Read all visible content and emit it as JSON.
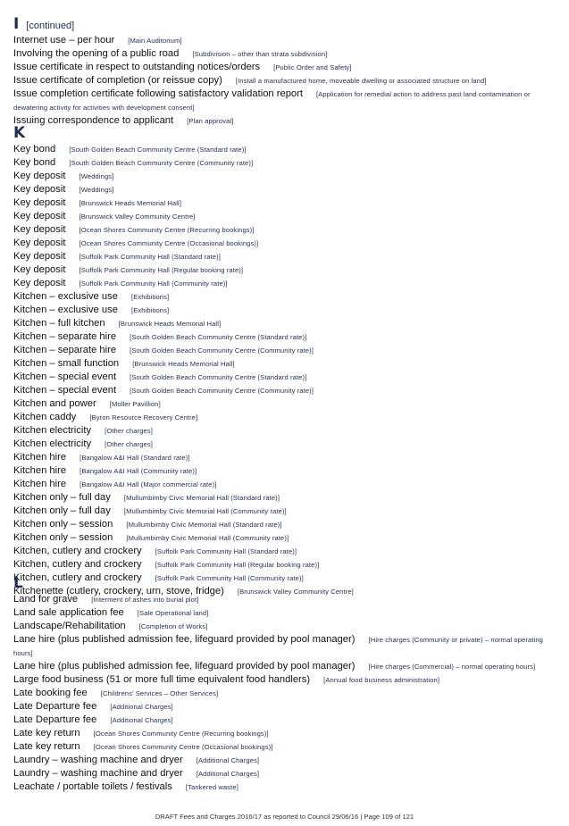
{
  "sections": [
    {
      "letter": "I",
      "continued": "[continued]",
      "entries": [
        {
          "term": "Internet use – per hour",
          "ref": "[Main Auditorium]"
        },
        {
          "term": "Involving the opening of a public road",
          "ref": "[Subdivision – other than strata subdivision]"
        },
        {
          "term": "Issue certificate in respect to outstanding notices/orders",
          "ref": "[Public Order and Safety]"
        },
        {
          "term": "Issue certificate of completion (or reissue copy)",
          "ref": "[Install a manufactured home, moveable dwelling or associated structure on land]"
        },
        {
          "term": "Issue completion certificate following satisfactory validation report",
          "ref": "[Application for remedial action to address past land contamination or dewatering activity for activities with development consent]"
        },
        {
          "term": "Issuing correspondence to applicant",
          "ref": "[Plan approval]"
        }
      ]
    },
    {
      "letter": "K",
      "entries": [
        {
          "term": "Key bond",
          "ref": "[South Golden Beach Community Centre (Standard rate)]"
        },
        {
          "term": "Key bond",
          "ref": "[South Golden Beach Community Centre (Community rate)]"
        },
        {
          "term": "Key deposit",
          "ref": "[Weddings]"
        },
        {
          "term": "Key deposit",
          "ref": "[Weddings]"
        },
        {
          "term": "Key deposit",
          "ref": "[Brunswick Heads Memorial Hall]"
        },
        {
          "term": "Key deposit",
          "ref": "[Brunswick Valley Community Centre]"
        },
        {
          "term": "Key deposit",
          "ref": "[Ocean Shores Community Centre (Recurring bookings)]"
        },
        {
          "term": "Key deposit",
          "ref": "[Ocean Shores Community Centre (Occasional bookings)]"
        },
        {
          "term": "Key deposit",
          "ref": "[Suffolk Park Community Hall (Standard rate)]"
        },
        {
          "term": "Key deposit",
          "ref": "[Suffolk Park Community Hall (Regular booking rate)]"
        },
        {
          "term": "Key deposit",
          "ref": "[Suffolk Park Community Hall (Community rate)]"
        },
        {
          "term": "Kitchen – exclusive use",
          "ref": "[Exhibitions]"
        },
        {
          "term": "Kitchen – exclusive use",
          "ref": "[Exhibitions]"
        },
        {
          "term": "Kitchen – full kitchen",
          "ref": "[Brunswick Heads Memorial Hall]"
        },
        {
          "term": "Kitchen – separate hire",
          "ref": "[South Golden Beach Community Centre (Standard rate)]"
        },
        {
          "term": "Kitchen – separate hire",
          "ref": "[South Golden Beach Community Centre (Community rate)]"
        },
        {
          "term": "Kitchen – small function",
          "ref": "[Brunswick Heads Memorial Hall]"
        },
        {
          "term": "Kitchen – special event",
          "ref": "[South Golden Beach Community Centre (Standard rate)]"
        },
        {
          "term": "Kitchen – special event",
          "ref": "[South Golden Beach Community Centre (Community rate)]"
        },
        {
          "term": "Kitchen and power",
          "ref": "[Moller Pavillion]"
        },
        {
          "term": "Kitchen caddy",
          "ref": "[Byron Resource Recovery Centre]"
        },
        {
          "term": "Kitchen electricity",
          "ref": "[Other charges]"
        },
        {
          "term": "Kitchen electricity",
          "ref": "[Other charges]"
        },
        {
          "term": "Kitchen hire",
          "ref": "[Bangalow A&I Hall (Standard rate)]"
        },
        {
          "term": "Kitchen hire",
          "ref": "[Bangalow A&I Hall (Community rate)]"
        },
        {
          "term": "Kitchen hire",
          "ref": "[Bangalow A&I Hall (Major commercial rate)]"
        },
        {
          "term": "Kitchen only – full day",
          "ref": "[Mullumbimby Civic Memorial Hall (Standard rate)]"
        },
        {
          "term": "Kitchen only – full day",
          "ref": "[Mullumbimby Civic Memorial Hall (Community rate)]"
        },
        {
          "term": "Kitchen only – session",
          "ref": "[Mullumbimby Civic Memorial Hall (Standard rate)]"
        },
        {
          "term": "Kitchen only – session",
          "ref": "[Mullumbimby Civic Memorial Hall (Community rate)]"
        },
        {
          "term": "Kitchen, cutlery and crockery",
          "ref": "[Suffolk Park Community Hall (Standard rate)]"
        },
        {
          "term": "Kitchen, cutlery and crockery",
          "ref": "[Suffolk Park Community Hall (Regular booking rate)]"
        },
        {
          "term": "Kitchen, cutlery and crockery",
          "ref": "[Suffolk Park Community Hall (Community rate)]"
        },
        {
          "term": "Kitchenette (cutlery, crockery, urn, stove, fridge)",
          "ref": "[Brunswick Valley Community Centre]"
        }
      ]
    },
    {
      "letter": "L",
      "entries": [
        {
          "term": "Land for grave",
          "ref": "[Interment of ashes into burial plot]"
        },
        {
          "term": "Land sale application fee",
          "ref": "[Sale Operational land]"
        },
        {
          "term": "Landscape/Rehabilitation",
          "ref": "[Completion of Works]"
        },
        {
          "term": "Lane hire (plus published admission fee, lifeguard provided by pool manager)",
          "ref": "[Hire charges (Community or private) – normal operating hours]"
        },
        {
          "term": "Lane hire (plus published admission fee, lifeguard provided by pool manager)",
          "ref": "[Hire charges (Commercial) – normal operating hours]"
        },
        {
          "term": "Large food business (51 or more full time equivalent food handlers)",
          "ref": "[Annual food business administration]"
        },
        {
          "term": "Late booking fee",
          "ref": "[Childrens' Services – Other Services]"
        },
        {
          "term": "Late Departure fee",
          "ref": "[Additional Charges]"
        },
        {
          "term": "Late Departure fee",
          "ref": "[Additional Charges]"
        },
        {
          "term": "Late key return",
          "ref": "[Ocean Shores Community Centre (Recurring bookings)]"
        },
        {
          "term": "Late key return",
          "ref": "[Ocean Shores Community Centre (Occasional bookings)]"
        },
        {
          "term": "Laundry – washing machine and dryer",
          "ref": "[Additional Charges]"
        },
        {
          "term": "Laundry – washing machine and dryer",
          "ref": "[Additional Charges]"
        },
        {
          "term": "Leachate / portable toilets / festivals",
          "ref": "[Tankered waste]"
        }
      ]
    }
  ],
  "footer": "DRAFT Fees and Charges 2016/17 as reported to Council 29/06/16 | Page 109 of 121"
}
